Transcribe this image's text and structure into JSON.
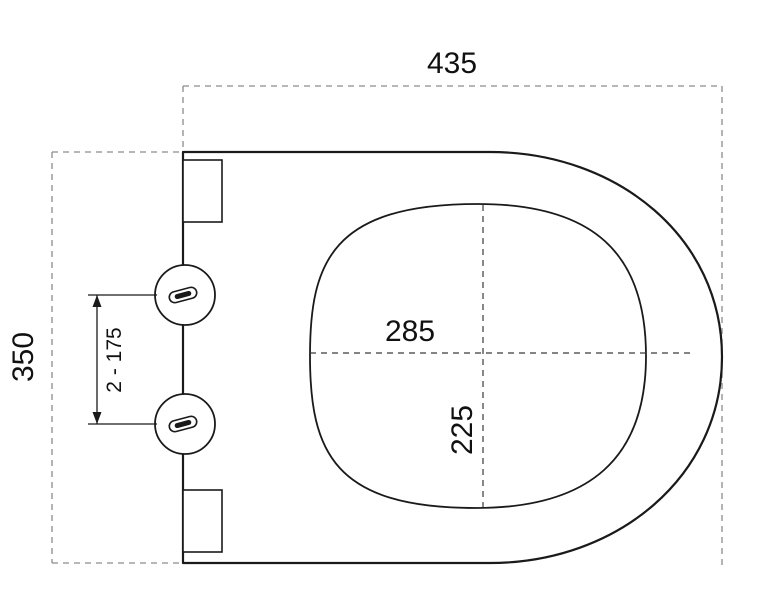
{
  "drawing": {
    "dimension_labels": {
      "overall_width": "435",
      "overall_depth": "350",
      "inner_width": "285",
      "inner_depth": "225",
      "hinge_hole_spacing": "2 - 175"
    },
    "colors": {
      "line": "#1a1a1a",
      "guide_dash": "#8c8c8c",
      "centerline_dash": "#3a3a3a",
      "background": "#ffffff"
    }
  }
}
